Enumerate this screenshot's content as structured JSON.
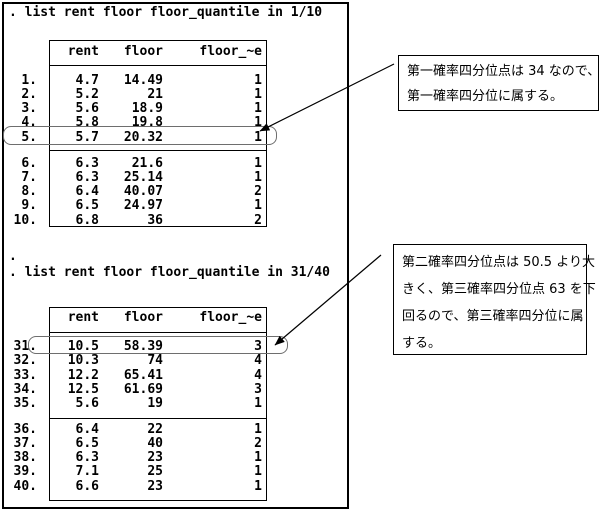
{
  "panel": {
    "cmd1": ". list rent floor floor_quantile in 1/10",
    "dot": ".",
    "cmd2": ". list rent floor floor_quantile in 31/40"
  },
  "table1": {
    "headers": {
      "rent": "rent",
      "floor": "floor",
      "quantile": "floor_~e"
    },
    "group1": [
      {
        "obs": "1.",
        "rent": "4.7",
        "floor": "14.49",
        "quantile": "1"
      },
      {
        "obs": "2.",
        "rent": "5.2",
        "floor": "21",
        "quantile": "1"
      },
      {
        "obs": "3.",
        "rent": "5.6",
        "floor": "18.9",
        "quantile": "1"
      },
      {
        "obs": "4.",
        "rent": "5.8",
        "floor": "19.8",
        "quantile": "1"
      },
      {
        "obs": "5.",
        "rent": "5.7",
        "floor": "20.32",
        "quantile": "1"
      }
    ],
    "group2": [
      {
        "obs": "6.",
        "rent": "6.3",
        "floor": "21.6",
        "quantile": "1"
      },
      {
        "obs": "7.",
        "rent": "6.3",
        "floor": "25.14",
        "quantile": "1"
      },
      {
        "obs": "8.",
        "rent": "6.4",
        "floor": "40.07",
        "quantile": "2"
      },
      {
        "obs": "9.",
        "rent": "6.5",
        "floor": "24.97",
        "quantile": "1"
      },
      {
        "obs": "10.",
        "rent": "6.8",
        "floor": "36",
        "quantile": "2"
      }
    ]
  },
  "table2": {
    "headers": {
      "rent": "rent",
      "floor": "floor",
      "quantile": "floor_~e"
    },
    "group1": [
      {
        "obs": "31.",
        "rent": "10.5",
        "floor": "58.39",
        "quantile": "3"
      },
      {
        "obs": "32.",
        "rent": "10.3",
        "floor": "74",
        "quantile": "4"
      },
      {
        "obs": "33.",
        "rent": "12.2",
        "floor": "65.41",
        "quantile": "4"
      },
      {
        "obs": "34.",
        "rent": "12.5",
        "floor": "61.69",
        "quantile": "3"
      },
      {
        "obs": "35.",
        "rent": "5.6",
        "floor": "19",
        "quantile": "1"
      }
    ],
    "group2": [
      {
        "obs": "36.",
        "rent": "6.4",
        "floor": "22",
        "quantile": "1"
      },
      {
        "obs": "37.",
        "rent": "6.5",
        "floor": "40",
        "quantile": "2"
      },
      {
        "obs": "38.",
        "rent": "6.3",
        "floor": "23",
        "quantile": "1"
      },
      {
        "obs": "39.",
        "rent": "7.1",
        "floor": "25",
        "quantile": "1"
      },
      {
        "obs": "40.",
        "rent": "6.6",
        "floor": "23",
        "quantile": "1"
      }
    ]
  },
  "notes": {
    "note1": {
      "lines": [
        "第一確率四分位点は 34 なので、",
        "第一確率四分位に属する。"
      ]
    },
    "note2": {
      "lines": [
        "第二確率四分位点は 50.5 より大",
        "きく、第三確率四分位点 63 を下",
        "回るので、第三確率四分位に属",
        "する。"
      ]
    }
  },
  "colors": {
    "background": "#ffffff",
    "text": "#000000",
    "border": "#000000",
    "highlight_outline": "#6e6e6e"
  }
}
